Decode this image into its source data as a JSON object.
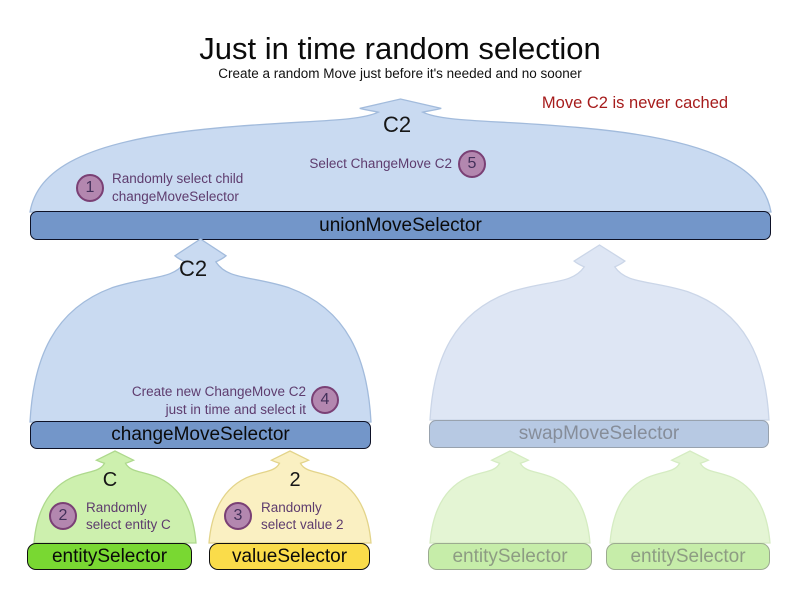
{
  "header": {
    "title": "Just in time random selection",
    "subtitle": "Create a random Move just before it's needed and no sooner",
    "note": "Move C2 is never cached"
  },
  "selectors": {
    "union": {
      "label": "unionMoveSelector",
      "input": "C2"
    },
    "change": {
      "label": "changeMoveSelector",
      "input": "C2"
    },
    "swap": {
      "label": "swapMoveSelector"
    },
    "entity": {
      "label": "entitySelector",
      "input": "C"
    },
    "value": {
      "label": "valueSelector",
      "input": "2"
    },
    "fadedEntity1": {
      "label": "entitySelector"
    },
    "fadedEntity2": {
      "label": "entitySelector"
    }
  },
  "steps": {
    "s1": {
      "n": "1",
      "text": "Randomly select child\nchangeMoveSelector"
    },
    "s2": {
      "n": "2",
      "text": "Randomly\nselect entity C"
    },
    "s3": {
      "n": "3",
      "text": "Randomly\nselect value 2"
    },
    "s4": {
      "n": "4",
      "text": "Create new ChangeMove C2\njust in time and select it"
    },
    "s5": {
      "n": "5",
      "text": "Select ChangeMove C2"
    }
  },
  "colors": {
    "selector_bar_blue": "#7396c9",
    "dome_blue": "#c9daf1",
    "faded_bar_blue": "#b7c9e3",
    "entity_bar_green": "#79d832",
    "value_bar_yellow": "#fadc4a",
    "faded_entity_green": "#c6eda9",
    "step_circle_purple": "#b387af",
    "annotation_purple": "#5e3c6e",
    "note_red": "#a61c1c"
  }
}
